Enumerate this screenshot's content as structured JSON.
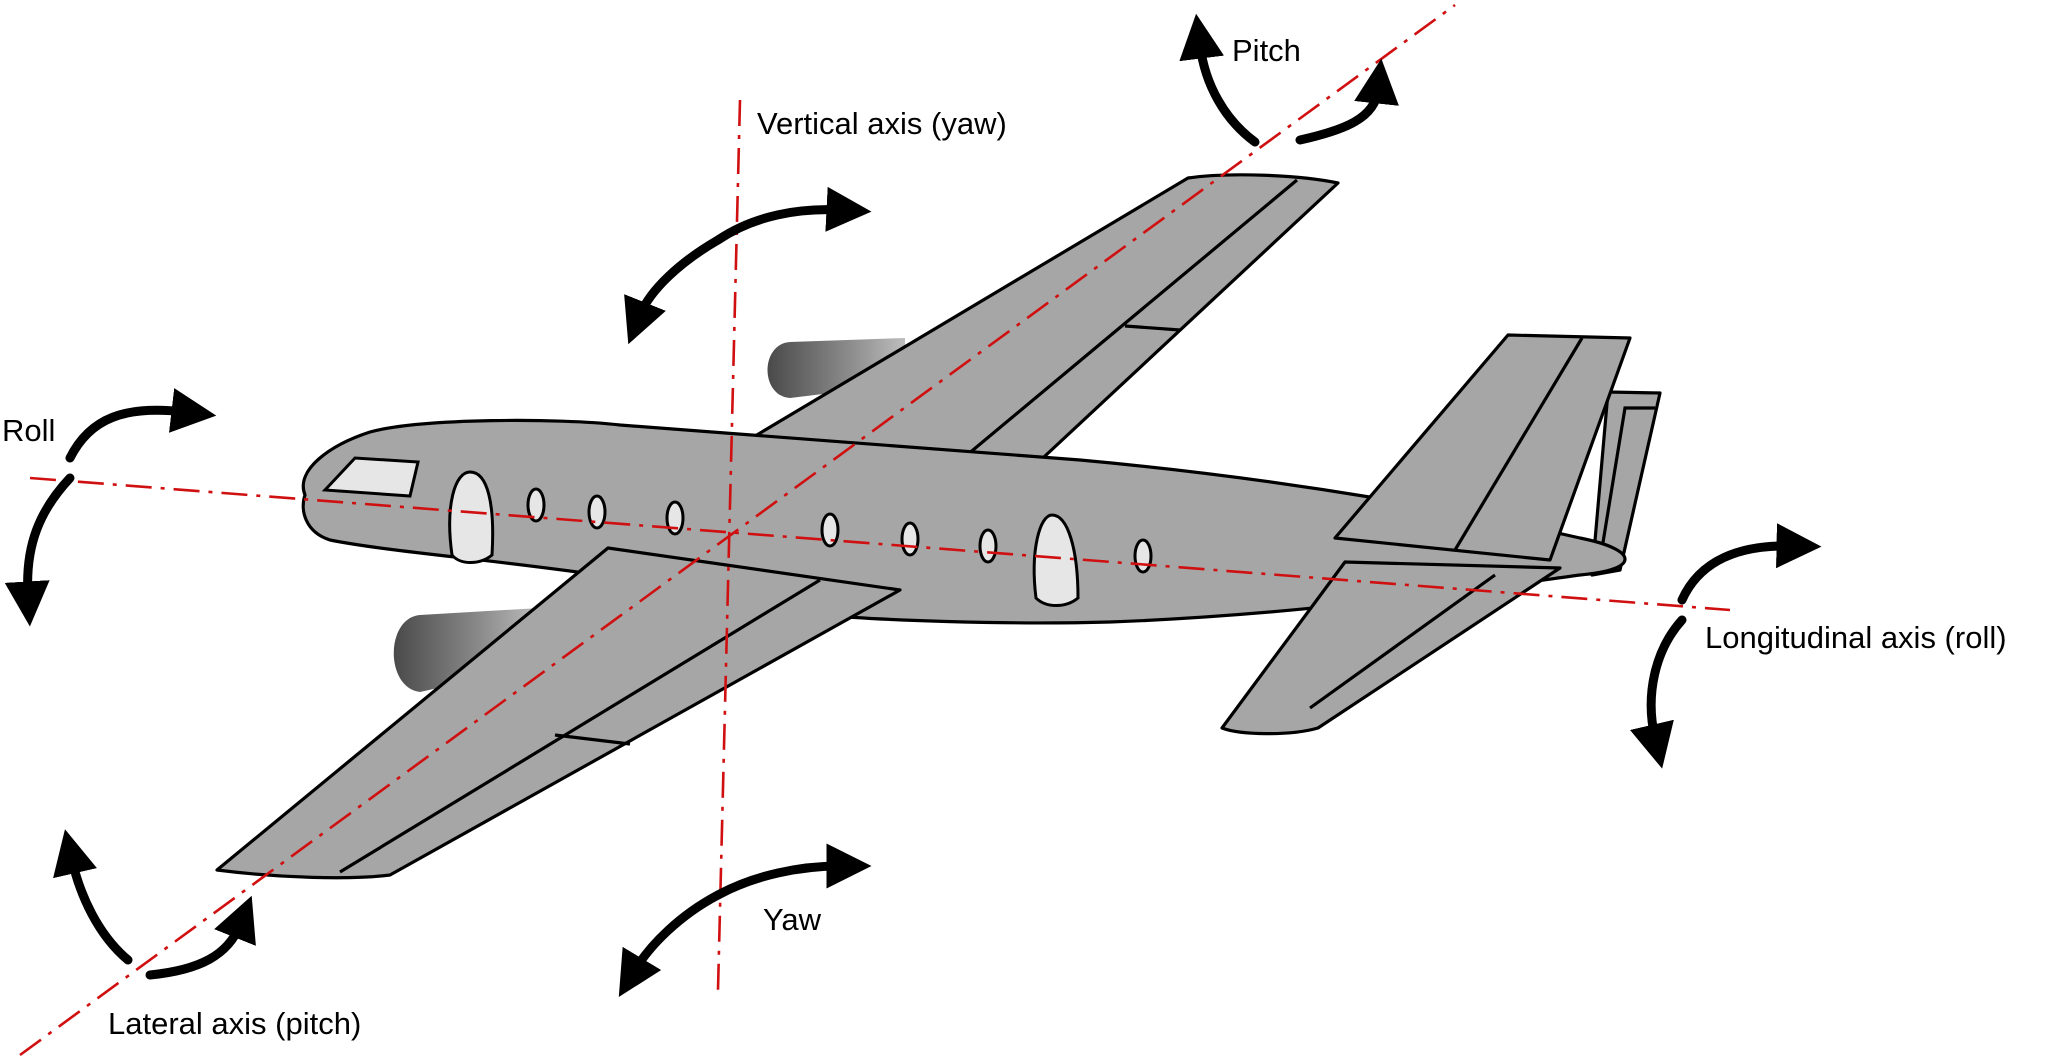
{
  "labels": {
    "pitch": "Pitch",
    "vertical_axis": "Vertical axis (yaw)",
    "roll": "Roll",
    "longitudinal_axis": "Longitudinal axis (roll)",
    "yaw": "Yaw",
    "lateral_axis": "Lateral axis (pitch)"
  },
  "colors": {
    "axis_line": "#d01010",
    "aircraft_fill": "#a6a6a6",
    "window_fill": "#e6e6e6",
    "arrow": "#000000"
  }
}
